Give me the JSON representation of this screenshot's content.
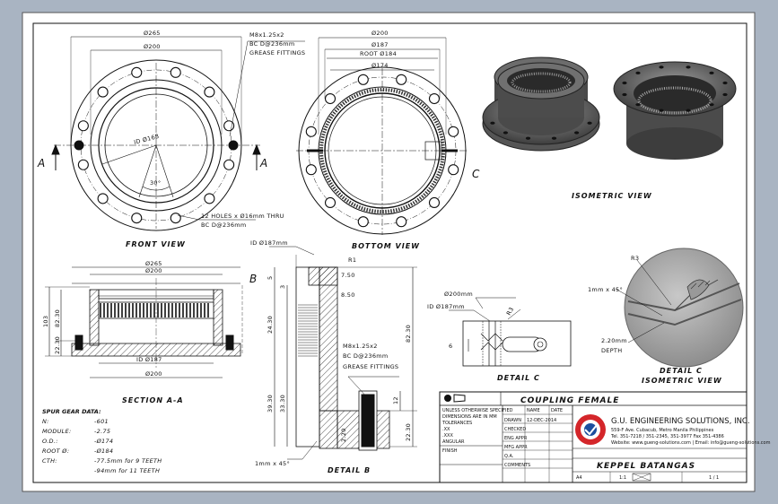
{
  "colors": {
    "background": "#a9b4c2",
    "sheet": "#ffffff",
    "ink": "#111111",
    "brand_red": "#d4262a",
    "brand_blue": "#1c4e9e"
  },
  "icons": {
    "third_angle_projection": "projection-symbol-icon",
    "company_logo": "gear-logo-icon"
  },
  "front_view": {
    "title": "FRONT VIEW",
    "dim_265": "Ø265",
    "dim_200": "Ø200",
    "dim_id": "ID Ø168",
    "angle": "30°",
    "callout_grease_1": "M8x1.25x2",
    "callout_grease_2": "BC D@236mm",
    "callout_grease_3": "GREASE FITTINGS",
    "callout_holes_1": "12 HOLES x Ø16mm THRU",
    "callout_holes_2": "BC D@236mm",
    "section_mark": "A"
  },
  "bottom_view": {
    "title": "BOTTOM VIEW",
    "dim_200": "Ø200",
    "dim_187": "Ø187",
    "dim_root": "ROOT Ø184",
    "dim_174": "Ø174",
    "detail_mark": "C"
  },
  "isometric_view": {
    "title": "ISOMETRIC VIEW"
  },
  "section_aa": {
    "title": "SECTION A-A",
    "dim_265": "Ø265",
    "dim_200": "Ø200",
    "dim_id": "ID Ø187",
    "dim_103": "103",
    "dim_8230": "82.30",
    "dim_2230": "22.30",
    "detail_mark": "B"
  },
  "detail_b": {
    "title": "DETAIL B",
    "dim_id": "ID Ø187mm",
    "r1": "R1",
    "d750": "7.50",
    "d850": "8.50",
    "d5": "5",
    "d3": "3",
    "d2430": "24.30",
    "d8230": "82.30",
    "d3930": "39.30",
    "d3330": "33.30",
    "d12": "12",
    "d2230": "22.30",
    "d220": "2.20",
    "callout_1": "M8x1.25x2",
    "callout_2": "BC D@236mm",
    "callout_3": "GREASE FITTINGS",
    "chamfer": "1mm x 45°"
  },
  "detail_c": {
    "title": "DETAIL C",
    "dim_200": "Ø200mm",
    "dim_id": "ID Ø187mm",
    "r3": "R3",
    "d6": "6"
  },
  "detail_c_iso": {
    "title_1": "DETAIL C",
    "title_2": "ISOMETRIC VIEW",
    "r3": "R3",
    "chamfer": "1mm x 45°",
    "depth_1": "2.20mm",
    "depth_2": "DEPTH"
  },
  "gear_data": {
    "heading": "SPUR GEAR DATA:",
    "rows": [
      {
        "label": "N:",
        "value": "-601"
      },
      {
        "label": "MODULE:",
        "value": "-2.75"
      },
      {
        "label": "O.D.:",
        "value": "-Ø174"
      },
      {
        "label": "ROOT Ø:",
        "value": "-Ø184"
      },
      {
        "label": "CTH:",
        "value": "-77.5mm for 9 TEETH"
      },
      {
        "label": "",
        "value": "-94mm for 11 TEETH"
      }
    ]
  },
  "title_block": {
    "drawing_title": "COUPLING FEMALE",
    "company_name": "G.U. ENGINEERING SOLUTIONS, INC.",
    "company_address": "559-F Ave. Cubacub, Metro Manila Philippines",
    "company_contact": "Tel. 351-7218 / 351-2345, 351-3977 Fax 351-4386",
    "company_web": "Website: www.gueng-solutions.com | Email: info@gueng-solutions.com",
    "client": "KEPPEL BATANGAS",
    "scale": "1:1",
    "left_notes": [
      "UNLESS OTHERWISE SPECIFIED",
      "DIMENSIONS ARE IN MM",
      "TOLERANCES",
      ".XX",
      ".XXX",
      "ANGULAR",
      "FINISH"
    ],
    "col_labels": [
      "NAME",
      "DATE",
      "DRAWN",
      "CHECKED",
      "ENG APPR",
      "MFG APPR",
      "Q.A.",
      "COMMENTS"
    ],
    "date": "12-DEC-2014",
    "size": "A4",
    "sheet": "1 / 1"
  }
}
